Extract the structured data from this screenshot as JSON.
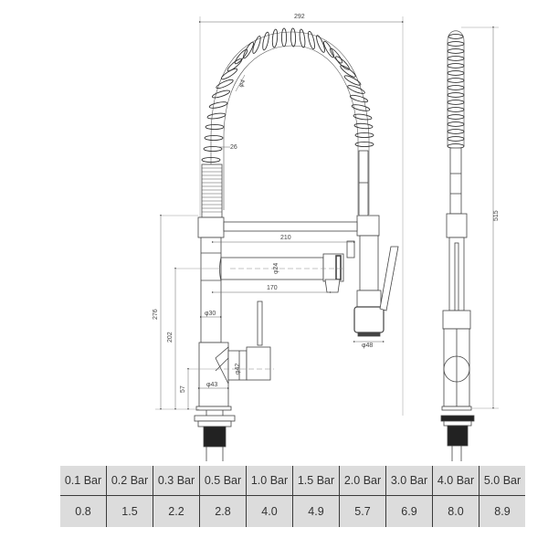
{
  "drawing": {
    "subject": "pull-down spring kitchen faucet technical drawing",
    "front_view_dimensions": {
      "overall_width": "292",
      "spring_wire": "φ4",
      "spring_offset": "26",
      "spout_reach_upper": "210",
      "spout_diameter": "φ24",
      "spout_reach_lower": "170",
      "height_to_upper_collar": "276",
      "height_to_spout": "202",
      "body_diameter": "φ30",
      "handle_hub_diameter": "φ42",
      "base_diameter": "φ43",
      "height_to_handle": "57",
      "spray_head_diameter": "φ48"
    },
    "side_view_dimensions": {
      "overall_height": "515"
    }
  },
  "flow_table": {
    "pressures": [
      "0.1 Bar",
      "0.2 Bar",
      "0.3 Bar",
      "0.5 Bar",
      "1.0 Bar",
      "1.5 Bar",
      "2.0 Bar",
      "3.0 Bar",
      "4.0 Bar",
      "5.0 Bar"
    ],
    "flow_rates": [
      "0.8",
      "1.5",
      "2.2",
      "2.8",
      "4.0",
      "4.9",
      "5.7",
      "6.9",
      "8.0",
      "8.9"
    ]
  },
  "colors": {
    "line": "#3a3a3a",
    "table_bg": "#dcdcdc",
    "background": "#ffffff"
  }
}
